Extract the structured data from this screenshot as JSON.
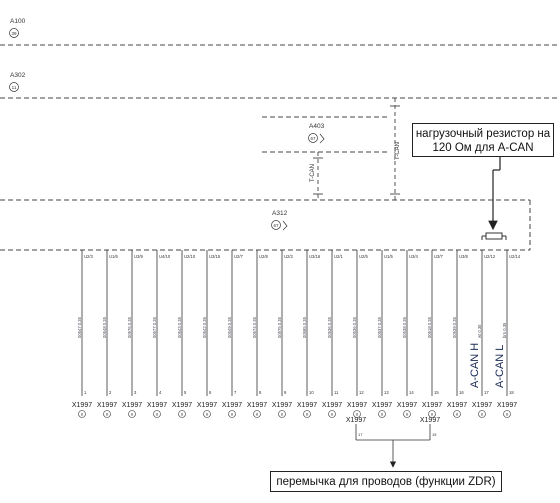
{
  "components": {
    "a100": {
      "label": "A100",
      "badge": "39"
    },
    "a302": {
      "label": "A302",
      "badge": "11"
    },
    "a403": {
      "label": "A403",
      "badge": "67"
    },
    "a312": {
      "label": "A312",
      "badge": "67"
    }
  },
  "bus_labels": {
    "tcan_main": "T-CAN",
    "tcan_sub": "T-CAN"
  },
  "pins": [
    {
      "pin": "U2/3",
      "wire": "00547 0.35",
      "conn": "1"
    },
    {
      "pin": "U1/6",
      "wire": "00548 0.35",
      "conn": "2"
    },
    {
      "pin": "U3/9",
      "wire": "00576 0.35",
      "conn": "3"
    },
    {
      "pin": "U4/10",
      "wire": "00577 0.35",
      "conn": "4"
    },
    {
      "pin": "U2/10",
      "wire": "00543 0.35",
      "conn": "5"
    },
    {
      "pin": "U3/15",
      "wire": "00542 0.35",
      "conn": "6"
    },
    {
      "pin": "U2/7",
      "wire": "00549 0.35",
      "conn": "7"
    },
    {
      "pin": "U2/8",
      "wire": "00574 0.35",
      "conn": "8"
    },
    {
      "pin": "U2/2",
      "wire": "00575 0.35",
      "conn": "9"
    },
    {
      "pin": "U3/16",
      "wire": "00585 0.35",
      "conn": "10"
    },
    {
      "pin": "U2/1",
      "wire": "00536 0.35",
      "conn": "11"
    },
    {
      "pin": "U2/5",
      "wire": "00536 0.35",
      "conn": "12"
    },
    {
      "pin": "U1/5",
      "wire": "00537 0.35",
      "conn": "13"
    },
    {
      "pin": "U3/4",
      "wire": "00538 0.35",
      "conn": "14"
    },
    {
      "pin": "U3/7",
      "wire": "00518 0.35",
      "conn": "15"
    },
    {
      "pin": "U3/8",
      "wire": "00539 0.35",
      "conn": "16"
    },
    {
      "pin": "U2/12",
      "wire": "wt 0.35",
      "conn": "17"
    },
    {
      "pin": "U2/14",
      "wire": "brn 0.35",
      "conn": "18"
    }
  ],
  "connector_name": "X1997",
  "connector_badge": "8",
  "bridge": {
    "left_pin": "17",
    "right_pin": "15"
  },
  "can_labels": {
    "high": "A-CAN H",
    "low": "A-CAN L"
  },
  "callouts": {
    "resistor": "нагрузочный резистор на 120 Ом для A-CAN",
    "bridge": "перемычка для проводов (функции ZDR)"
  }
}
